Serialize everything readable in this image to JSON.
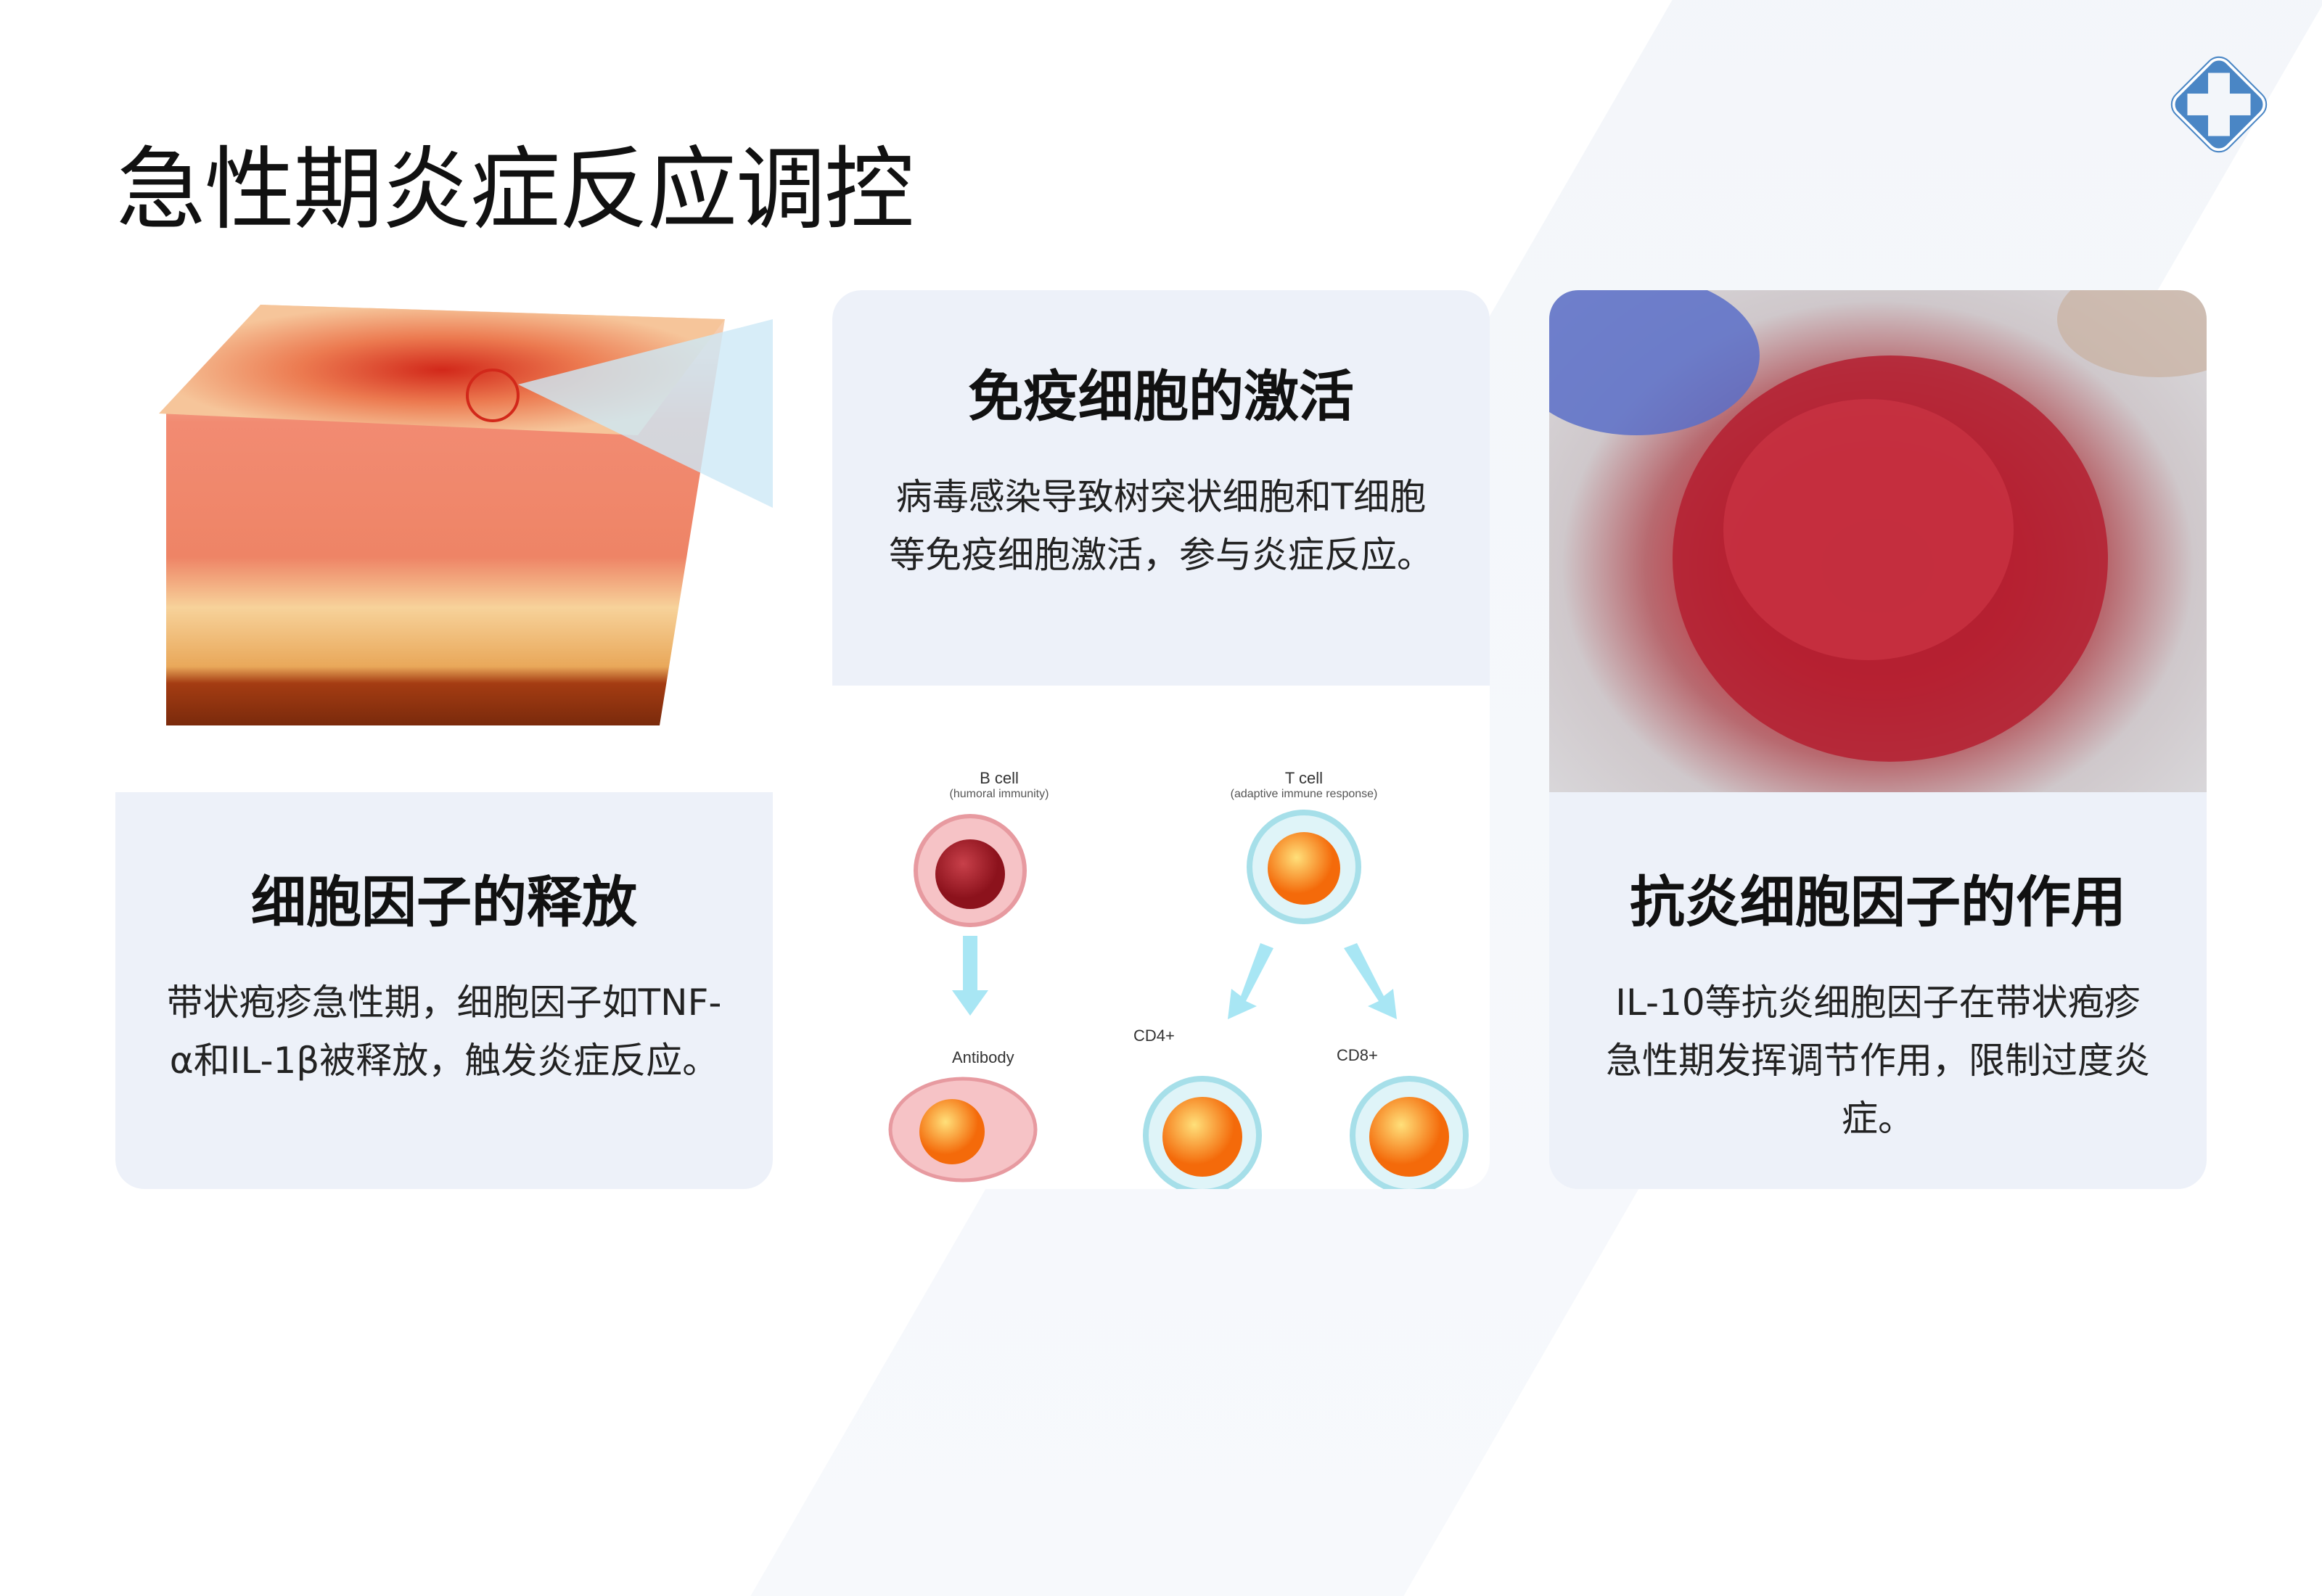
{
  "title": "急性期炎症反应调控",
  "logo": "medical-cross-logo",
  "cards": [
    {
      "heading": "细胞因子的释放",
      "body": "带状疱疹急性期，细胞因子如TNF-α和IL-1β被释放，触发炎症反应。"
    },
    {
      "heading": "免疫细胞的激活",
      "body": "病毒感染导致树突状细胞和T细胞等免疫细胞激活，参与炎症反应。"
    },
    {
      "heading": "抗炎细胞因子的作用",
      "body": "IL-10等抗炎细胞因子在带状疱疹急性期发挥调节作用，限制过度炎症。"
    }
  ],
  "diagram": {
    "b_cell": "B cell",
    "b_cell_sub": "(humoral immunity)",
    "t_cell": "T cell",
    "t_cell_sub": "(adaptive immune response)",
    "antibody": "Antibody",
    "cd4": "CD4+",
    "cd8": "CD8+"
  }
}
